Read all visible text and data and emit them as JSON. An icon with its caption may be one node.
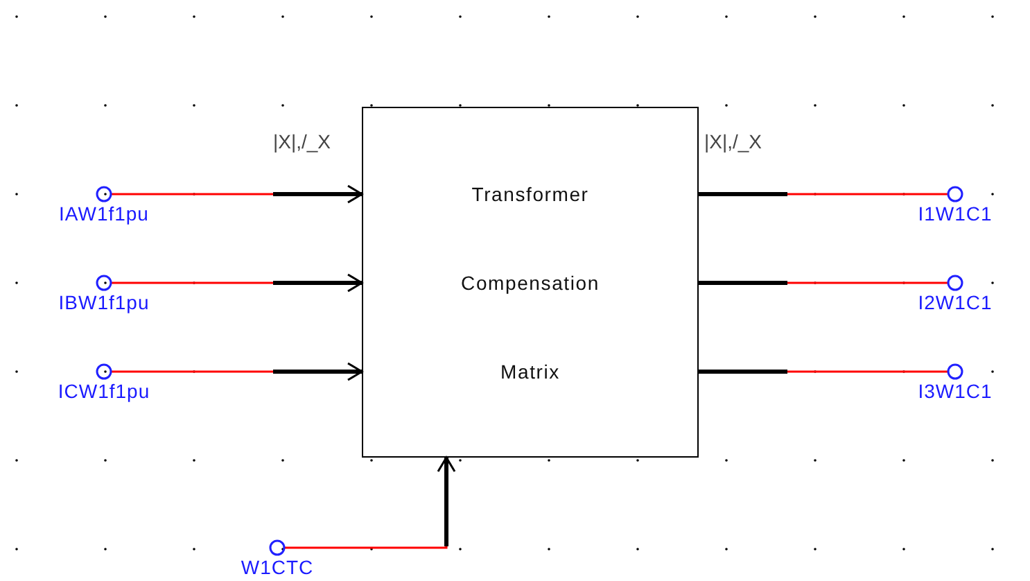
{
  "diagram": {
    "nodes": [
      {
        "text": [
          "Transformer Compensation Matrix"
        ]
      },
      {
        "text": [
          "IAW1f1pu"
        ]
      },
      {
        "text": [
          "IBW1f1pu"
        ]
      },
      {
        "text": [
          "ICW1f1pu"
        ]
      },
      {
        "text": [
          "I1W1C1"
        ]
      },
      {
        "text": [
          "I2W1C1"
        ]
      },
      {
        "text": [
          "I3W1C1"
        ]
      },
      {
        "text": [
          "W1CTC"
        ]
      }
    ],
    "edges": [
      {
        "from": 1,
        "to": 0,
        "arrow": "to"
      },
      {
        "from": 2,
        "to": 0,
        "arrow": "to"
      },
      {
        "from": 3,
        "to": 0,
        "arrow": "to"
      },
      {
        "from": 0,
        "to": 4,
        "arrow": "none"
      },
      {
        "from": 0,
        "to": 5,
        "arrow": "none"
      },
      {
        "from": 0,
        "to": 6,
        "arrow": "none"
      },
      {
        "from": 7,
        "to": 0,
        "arrow": "to"
      }
    ],
    "labels": [
      "|X|,/_X",
      "|X|,/_X"
    ]
  }
}
